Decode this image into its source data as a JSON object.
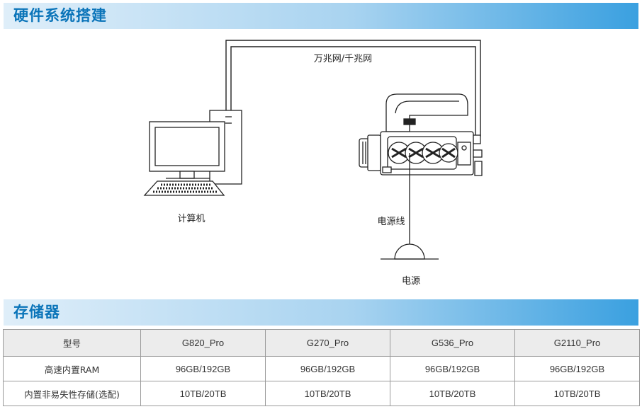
{
  "section1": {
    "title": "硬件系统搭建"
  },
  "diagram": {
    "network_label": "万兆网/千兆网",
    "computer_label": "计算机",
    "power_cable_label": "电源线",
    "power_source_label": "电源"
  },
  "section2": {
    "title": "存储器"
  },
  "table": {
    "header": [
      "型号",
      "G820_Pro",
      "G270_Pro",
      "G536_Pro",
      "G2110_Pro"
    ],
    "rows": [
      [
        "高速内置RAM",
        "96GB/192GB",
        "96GB/192GB",
        "96GB/192GB",
        "96GB/192GB"
      ],
      [
        "内置非易失性存储(选配)",
        "10TB/20TB",
        "10TB/20TB",
        "10TB/20TB",
        "10TB/20TB"
      ]
    ]
  },
  "colors": {
    "title_text": "#0a74b9",
    "bar_end": "#3aa0e0",
    "bar_start": "#dfeef9"
  }
}
